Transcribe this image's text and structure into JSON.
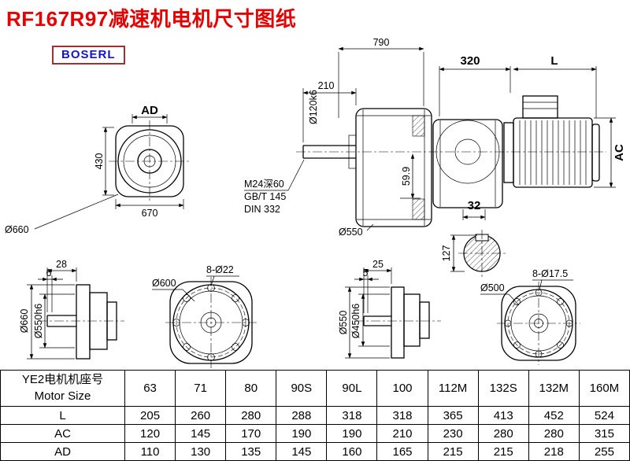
{
  "page": {
    "title": "RF167R97减速机电机尺寸图纸",
    "brand": "BOSERL"
  },
  "drawing": {
    "front_view": {
      "dim_ad": "AD",
      "dim_430": "430",
      "dim_670": "670",
      "dia_660": "Ø660"
    },
    "main_view": {
      "dim_790": "790",
      "dim_210": "210",
      "shaft_dia": "Ø120k6",
      "thread": "M24深60",
      "std1": "GB/T 145",
      "std2": "DIN 332",
      "dim_599": "59.9",
      "flange_dia": "Ø550",
      "dim_320": "320",
      "dim_l": "L",
      "dim_ac": "AC",
      "dim_32": "32",
      "dim_127": "127"
    },
    "output_flange_side": {
      "dim_28": "28",
      "dim_6": "6",
      "dia_660": "Ø660",
      "dia_550h6": "Ø550h6"
    },
    "output_flange_front": {
      "dia_600": "Ø600",
      "holes": "8-Ø22"
    },
    "motor_flange_side": {
      "dim_25": "25",
      "dim_5": "5",
      "dia_550": "Ø550",
      "dia_450h6": "Ø450h6"
    },
    "motor_flange_front": {
      "dia_500": "Ø500",
      "holes": "8-Ø17.5"
    }
  },
  "table": {
    "header": {
      "line1": "YE2电机机座号",
      "line2": "Motor Size",
      "sizes": [
        "63",
        "71",
        "80",
        "90S",
        "90L",
        "100",
        "112M",
        "132S",
        "132M",
        "160M"
      ]
    },
    "rows": [
      {
        "label": "L",
        "values": [
          "205",
          "260",
          "280",
          "288",
          "318",
          "318",
          "365",
          "413",
          "452",
          "524"
        ]
      },
      {
        "label": "AC",
        "values": [
          "120",
          "145",
          "170",
          "190",
          "190",
          "210",
          "230",
          "280",
          "280",
          "315"
        ]
      },
      {
        "label": "AD",
        "values": [
          "110",
          "130",
          "135",
          "145",
          "160",
          "165",
          "215",
          "215",
          "218",
          "255"
        ]
      }
    ]
  }
}
